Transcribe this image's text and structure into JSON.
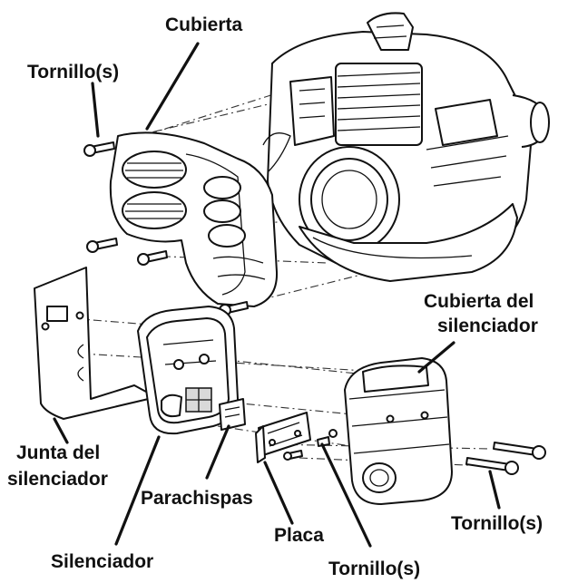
{
  "labels": {
    "cubierta": "Cubierta",
    "tornillos_top": "Tornillo(s)",
    "cubierta_silenciador_1": "Cubierta del",
    "cubierta_silenciador_2": "silenciador",
    "junta_1": "Junta del",
    "junta_2": "silenciador",
    "parachispas": "Parachispas",
    "placa": "Placa",
    "silenciador": "Silenciador",
    "tornillos_bottom_center": "Tornillo(s)",
    "tornillos_bottom_right": "Tornillo(s)"
  }
}
